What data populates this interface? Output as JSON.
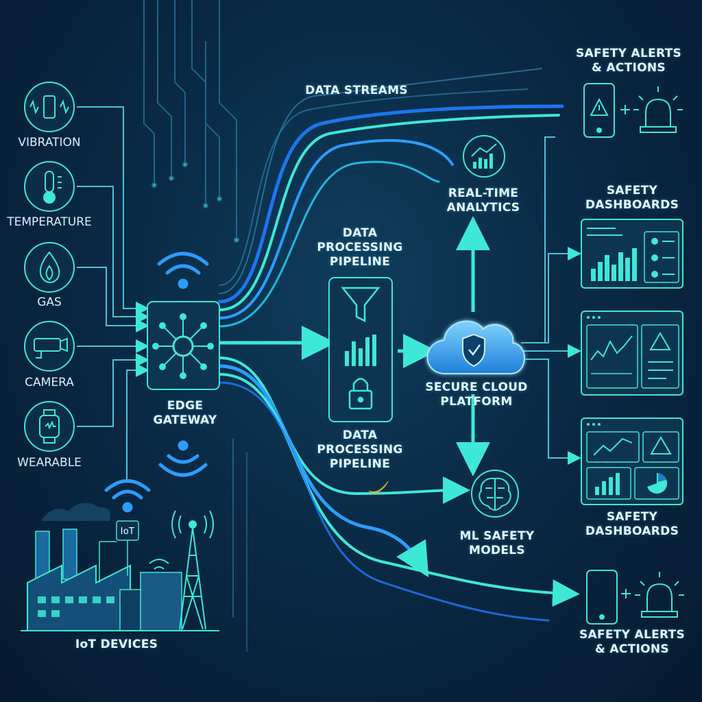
{
  "sensors": [
    {
      "label": "VIBRATION",
      "icon": "vibration-icon"
    },
    {
      "label": "TEMPERATURE",
      "icon": "thermometer-icon"
    },
    {
      "label": "GAS",
      "icon": "flame-icon"
    },
    {
      "label": "CAMERA",
      "icon": "camera-icon"
    },
    {
      "label": "WEARABLE",
      "icon": "smartwatch-icon"
    }
  ],
  "iot": {
    "label": "IoT DEVICES",
    "tag": "IoT"
  },
  "gateway": {
    "line1": "EDGE",
    "line2": "GATEWAY"
  },
  "streams": {
    "label": "DATA STREAMS"
  },
  "pipeline_top": {
    "line1": "DATA",
    "line2": "PROCESSING",
    "line3": "PIPELINE"
  },
  "pipeline_bottom": {
    "line1": "DATA",
    "line2": "PROCESSING",
    "line3": "PIPELINE"
  },
  "analytics": {
    "line1": "REAL-TIME",
    "line2": "ANALYTICS"
  },
  "cloud": {
    "line1": "SECURE CLOUD",
    "line2": "PLATFORM"
  },
  "ml": {
    "line1": "ML SAFETY",
    "line2": "MODELS"
  },
  "alerts_top": {
    "line1": "SAFETY ALERTS",
    "line2": "& ACTIONS"
  },
  "dash_top": {
    "line1": "SAFETY",
    "line2": "DASHBOARDS"
  },
  "dash_bottom": {
    "line1": "SAFETY",
    "line2": "DASHBOARDS"
  },
  "alerts_bottom": {
    "line1": "SAFETY ALERTS",
    "line2": "& ACTIONS"
  },
  "colors": {
    "accent": "#3ee8d6",
    "blue": "#2d9cff",
    "line": "#49c6d8"
  }
}
